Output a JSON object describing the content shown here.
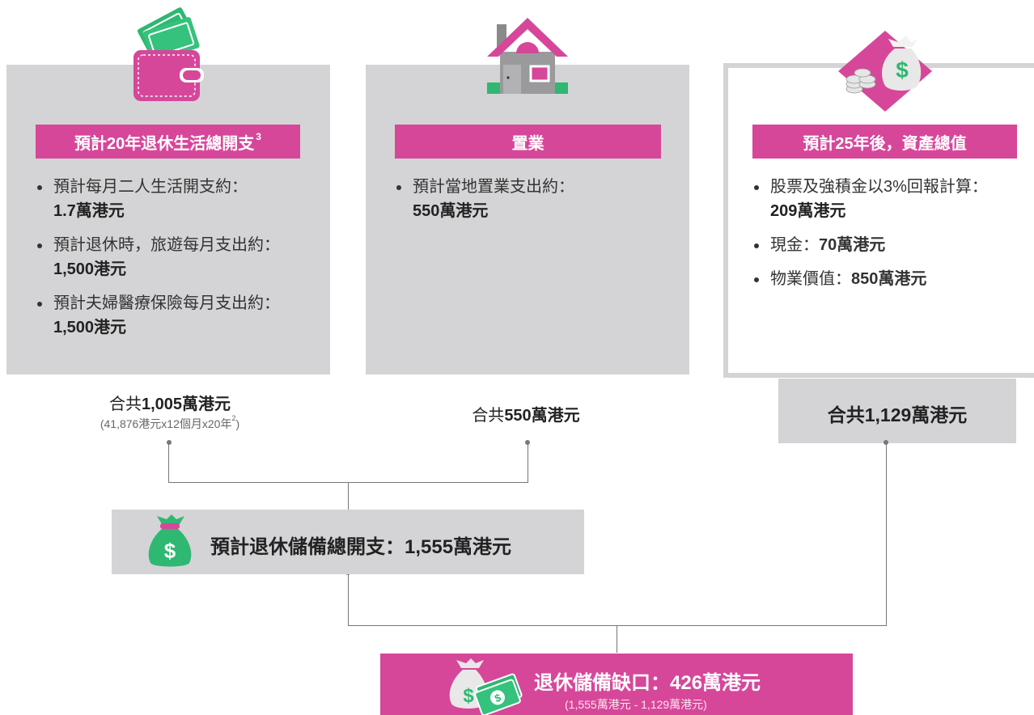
{
  "panels": [
    {
      "title": "預計20年退休生活總開支",
      "title_sup": "3",
      "items": [
        {
          "label": "預計每月二人生活開支約：",
          "value": "1.7萬港元"
        },
        {
          "label": "預計退休時，旅遊每月支出約：",
          "value": "1,500港元"
        },
        {
          "label": "預計夫婦醫療保險每月支出約：",
          "value": "1,500港元"
        }
      ],
      "total_prefix": "合共",
      "total_value": "1,005萬港元",
      "total_note": "(41,876港元x12個月x20年",
      "total_note_sup": "2",
      "total_note_end": ")"
    },
    {
      "title": "置業",
      "items": [
        {
          "label": "預計當地置業支出約：",
          "value": "550萬港元"
        }
      ],
      "total_prefix": "合共",
      "total_value": "550萬港元"
    },
    {
      "title": "預計25年後，資產總值",
      "items": [
        {
          "label": "股票及強積金以3%回報計算：",
          "value": "209萬港元"
        },
        {
          "label": "現金：",
          "value": "70萬港元"
        },
        {
          "label": "物業價值：",
          "value": "850萬港元"
        }
      ],
      "total_value": "合共1,129萬港元"
    }
  ],
  "summary": {
    "text": "預計退休儲備總開支：1,555萬港元"
  },
  "gap": {
    "text": "退休儲備缺口：426萬港元",
    "sub": "(1,555萬港元 - 1,129萬港元)"
  },
  "icons": [
    "wallet-icon",
    "house-icon",
    "money-bag-coins-icon",
    "money-bag-icon",
    "money-bag-cash-icon"
  ],
  "colors": {
    "accent": "#d6479a",
    "panel": "#d4d4d6",
    "green": "#2eb872",
    "line": "#777777"
  }
}
